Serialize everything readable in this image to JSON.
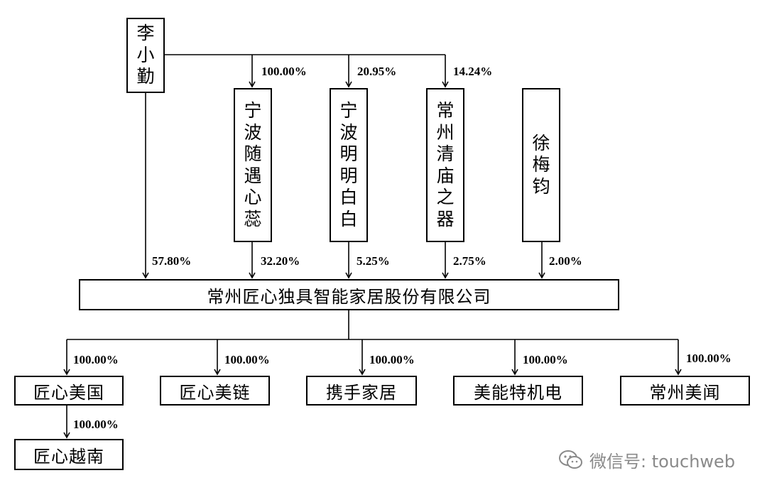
{
  "chart": {
    "shareholders": {
      "li_xiaoqin": "李小勤",
      "ningbo_suiyu": "宁波随遇心蕊",
      "ningbo_mingming": "宁波明明白白",
      "changzhou_qingmiao": "常州清庙之器",
      "xu_meijun": "徐梅钧"
    },
    "company": "常州匠心独具智能家居股份有限公司",
    "subsidiaries": {
      "us": "匠心美国",
      "chain": "匠心美链",
      "xieshou": "携手家居",
      "meineng": "美能特机电",
      "meiwen": "常州美闻",
      "vietnam": "匠心越南"
    },
    "percentages": {
      "li_to_suiyu": "100.00%",
      "li_to_mingming": "20.95%",
      "li_to_qingmiao": "14.24%",
      "li_to_company": "57.80%",
      "suiyu_to_company": "32.20%",
      "mingming_to_company": "5.25%",
      "qingmiao_to_company": "2.75%",
      "xu_to_company": "2.00%",
      "company_to_us": "100.00%",
      "company_to_chain": "100.00%",
      "company_to_xieshou": "100.00%",
      "company_to_meineng": "100.00%",
      "company_to_meiwen": "100.00%",
      "us_to_vietnam": "100.00%"
    }
  },
  "watermark": {
    "text": "微信号: touchweb",
    "icon": "wechat-icon",
    "color": "#8a8a8a"
  }
}
